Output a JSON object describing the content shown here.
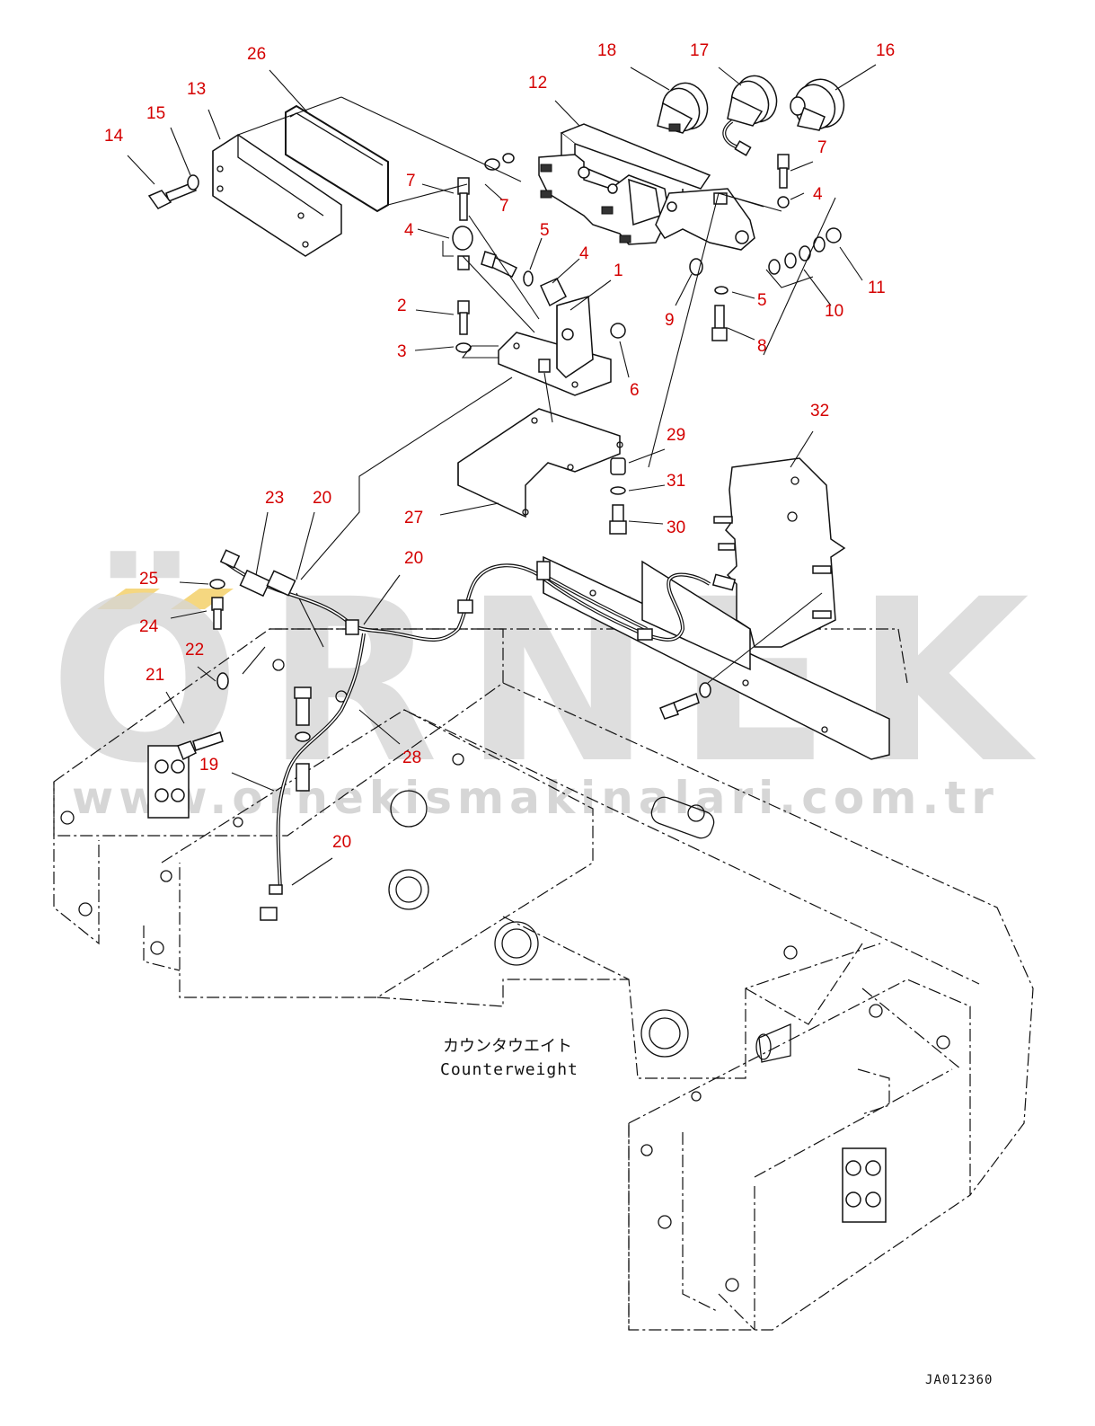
{
  "diagram": {
    "callouts": [
      {
        "id": "c1",
        "label": "1"
      },
      {
        "id": "c2",
        "label": "2"
      },
      {
        "id": "c3",
        "label": "3"
      },
      {
        "id": "c4a",
        "label": "4"
      },
      {
        "id": "c4b",
        "label": "4"
      },
      {
        "id": "c4c",
        "label": "4"
      },
      {
        "id": "c5a",
        "label": "5"
      },
      {
        "id": "c5b",
        "label": "5"
      },
      {
        "id": "c6",
        "label": "6"
      },
      {
        "id": "c7a",
        "label": "7"
      },
      {
        "id": "c7b",
        "label": "7"
      },
      {
        "id": "c7c",
        "label": "7"
      },
      {
        "id": "c8",
        "label": "8"
      },
      {
        "id": "c9",
        "label": "9"
      },
      {
        "id": "c10",
        "label": "10"
      },
      {
        "id": "c11",
        "label": "11"
      },
      {
        "id": "c12",
        "label": "12"
      },
      {
        "id": "c13",
        "label": "13"
      },
      {
        "id": "c14",
        "label": "14"
      },
      {
        "id": "c15",
        "label": "15"
      },
      {
        "id": "c16",
        "label": "16"
      },
      {
        "id": "c17",
        "label": "17"
      },
      {
        "id": "c18",
        "label": "18"
      },
      {
        "id": "c19",
        "label": "19"
      },
      {
        "id": "c20a",
        "label": "20"
      },
      {
        "id": "c20b",
        "label": "20"
      },
      {
        "id": "c20c",
        "label": "20"
      },
      {
        "id": "c21",
        "label": "21"
      },
      {
        "id": "c22",
        "label": "22"
      },
      {
        "id": "c23",
        "label": "23"
      },
      {
        "id": "c24",
        "label": "24"
      },
      {
        "id": "c25",
        "label": "25"
      },
      {
        "id": "c26",
        "label": "26"
      },
      {
        "id": "c27",
        "label": "27"
      },
      {
        "id": "c28",
        "label": "28"
      },
      {
        "id": "c29",
        "label": "29"
      },
      {
        "id": "c30",
        "label": "30"
      },
      {
        "id": "c31",
        "label": "31"
      },
      {
        "id": "c32",
        "label": "32"
      }
    ],
    "counterweight_label_jp": "カウンタウエイト",
    "counterweight_label_en": "Counterweight",
    "drawing_code": "JA012360",
    "callout_color": "#d40000",
    "line_color": "#111111"
  },
  "watermark": {
    "brand": "ÖRNEK",
    "url": "www.ornekismakinalari.com.tr",
    "color": "#d0d0d0",
    "accent_color": "#f5d780"
  }
}
